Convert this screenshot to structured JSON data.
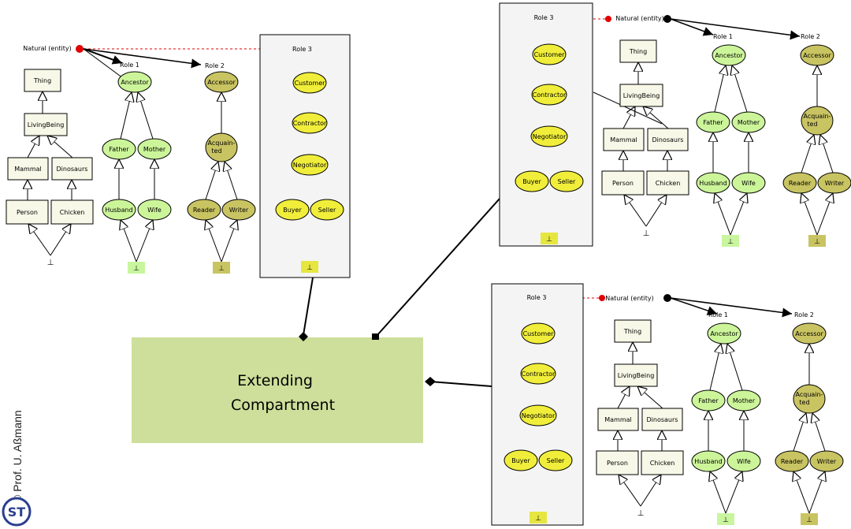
{
  "main_label": "Extending Compartment",
  "copyright": "© Prof. U. Aßmann",
  "logo_text": "ST",
  "natural_label": "Natural (entity)",
  "role_labels": {
    "role1": "Role 1",
    "role2": "Role 2",
    "role3": "Role 3"
  },
  "natural_tree": {
    "thing": "Thing",
    "living": "LivingBeing",
    "mammal": "Mammal",
    "dino": "Dinosaurs",
    "person": "Person",
    "chicken": "Chicken",
    "bottom": "⊥"
  },
  "role1_tree": {
    "ancestor": "Ancestor",
    "father": "Father",
    "mother": "Mother",
    "husband": "Husband",
    "wife": "Wife",
    "bottom": "⊥"
  },
  "role2_tree": {
    "accessor": "Accessor",
    "acq": "Acquain-ted",
    "reader": "Reader",
    "writer": "Writer",
    "bottom": "⊥"
  },
  "role3_tree": {
    "customer": "Customer",
    "contractor": "Contractor",
    "negotiator": "Negotiator",
    "buyer": "Buyer",
    "seller": "Seller",
    "bottom": "⊥"
  },
  "colors": {
    "compartment_fill": "#cddf9a",
    "natural_fill": "#f8f8e8",
    "role1_fill": "#ccf59a",
    "role1_bottom": "#c8f59e",
    "role2_fill": "#c9c462",
    "role3_fill": "#f0ee3a",
    "role3_bottom": "#e6e640",
    "box_fill": "#f4f4f4",
    "dashed_arrow": "#e00000"
  }
}
